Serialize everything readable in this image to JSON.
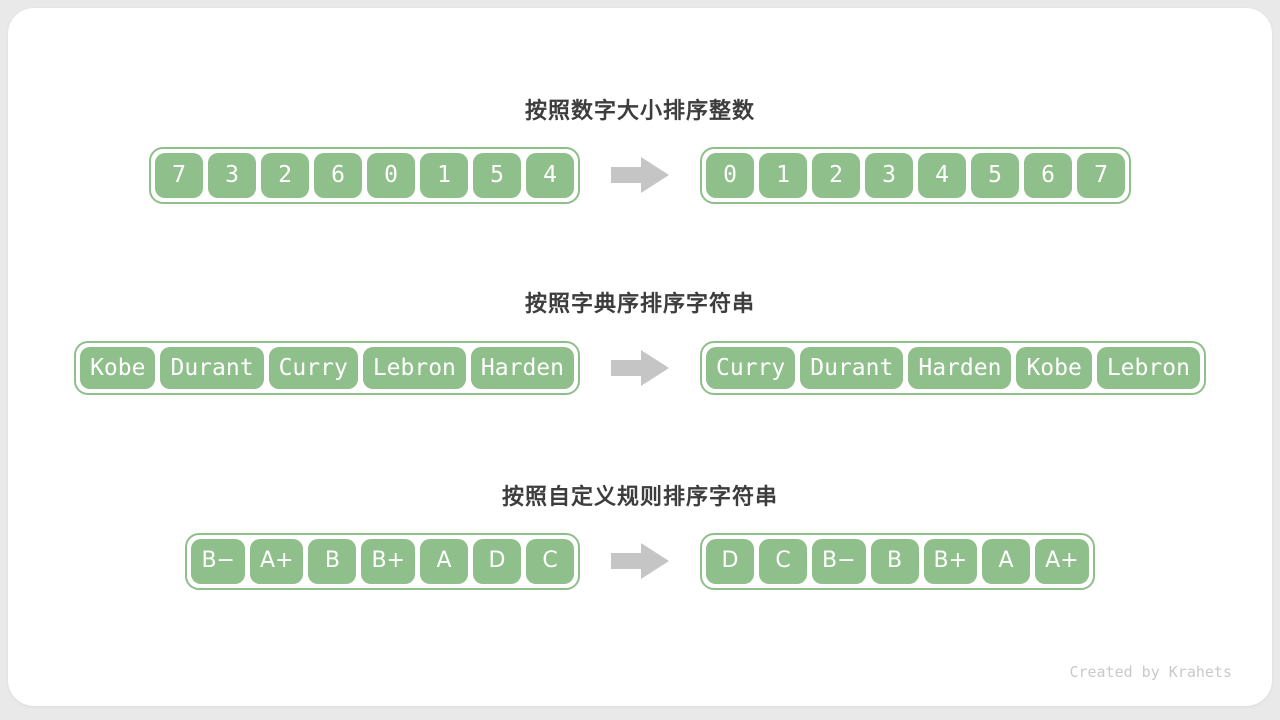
{
  "colors": {
    "page_background": "#e9e9e9",
    "card_background": "#ffffff",
    "cell_green": "#8fbf8a",
    "cell_text": "#ffffff",
    "title_text": "#3d3d3d",
    "arrow_gray": "#c5c5c5",
    "credit_gray": "#c9c9c9"
  },
  "sections": [
    {
      "title": "按照数字大小排序整数",
      "font_style": "mono",
      "before": [
        "7",
        "3",
        "2",
        "6",
        "0",
        "1",
        "5",
        "4"
      ],
      "after": [
        "0",
        "1",
        "2",
        "3",
        "4",
        "5",
        "6",
        "7"
      ]
    },
    {
      "title": "按照字典序排序字符串",
      "font_style": "mono",
      "before": [
        "Kobe",
        "Durant",
        "Curry",
        "Lebron",
        "Harden"
      ],
      "after": [
        "Curry",
        "Durant",
        "Harden",
        "Kobe",
        "Lebron"
      ]
    },
    {
      "title": "按照自定义规则排序字符串",
      "font_style": "sans",
      "before": [
        "B−",
        "A+",
        "B",
        "B+",
        "A",
        "D",
        "C"
      ],
      "after": [
        "D",
        "C",
        "B−",
        "B",
        "B+",
        "A",
        "A+"
      ]
    }
  ],
  "credit": "Created by Krahets"
}
